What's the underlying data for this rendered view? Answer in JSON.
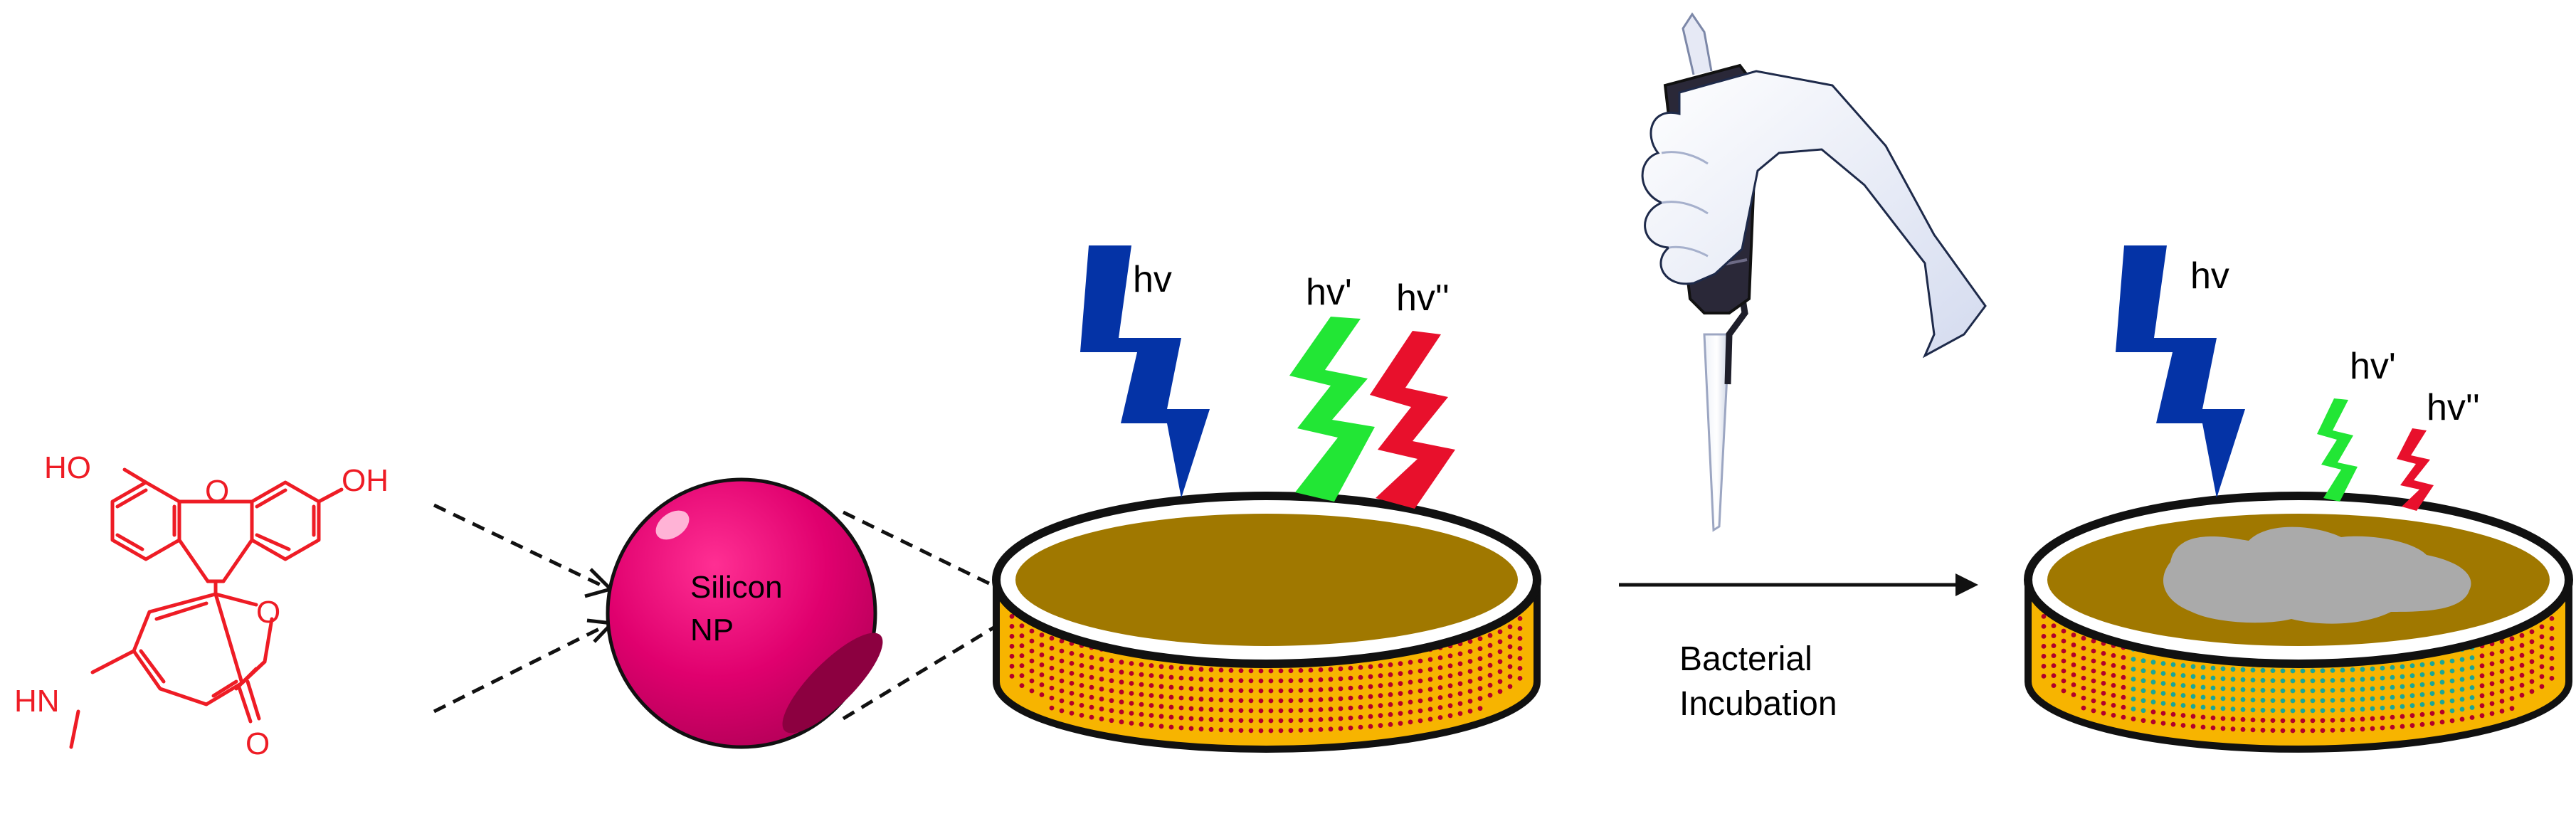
{
  "molecule": {
    "atom_labels": [
      "HO",
      "OH",
      "O",
      "O",
      "O",
      "HN"
    ],
    "color": "#ee1c25"
  },
  "nanoparticle": {
    "label_line1": "Silicon",
    "label_line2": "NP",
    "color": "#e0006e"
  },
  "dish_before": {
    "excitation_label": "hv",
    "emission_green_label": "hv'",
    "emission_red_label": "hv''"
  },
  "process_arrow": {
    "label_line1": "Bacterial",
    "label_line2": "Incubation"
  },
  "dish_after": {
    "excitation_label": "hv",
    "emission_green_label": "hv'",
    "emission_red_label": "hv''"
  },
  "colors": {
    "excitation_blue": "#0433a6",
    "emission_green": "#22e635",
    "emission_red": "#e8102c",
    "medium": "#a07800",
    "dish_wall": "#f7b400",
    "dot_red": "#b3002b",
    "dot_teal": "#1aa79a",
    "bacteria_gray": "#aaaaaa"
  }
}
